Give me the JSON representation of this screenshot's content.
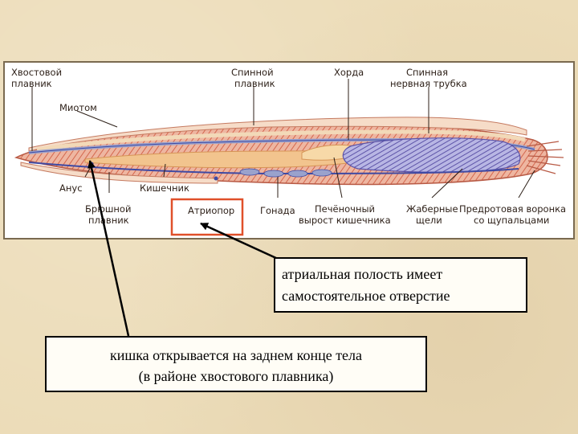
{
  "diagram": {
    "labels": {
      "tail_fin": [
        "Хвостовой",
        "плавник"
      ],
      "dorsal_fin": [
        "Спинной",
        "плавник"
      ],
      "notochord": [
        "Хорда"
      ],
      "nerve_tube": [
        "Спинная",
        "нервная трубка"
      ],
      "myotome": [
        "Миотом"
      ],
      "anus": [
        "Анус"
      ],
      "intestine": [
        "Кишечник"
      ],
      "ventral_fin": [
        "Брюшной",
        "плавник"
      ],
      "atriopore": [
        "Атриопор"
      ],
      "gonad": [
        "Гонада"
      ],
      "hepatic": [
        "Печёночный",
        "вырост кишечника"
      ],
      "gill_slits": [
        "Жаберные",
        "щели"
      ],
      "oral_funnel": [
        "Предротовая воронка",
        "со щупальцами"
      ]
    },
    "colors": {
      "highlight_box": "#e0502a",
      "muscle": "#e39a82",
      "gut": "#f2c48e",
      "vessel": "#3f4aa3",
      "gill": "#6a5fb0"
    }
  },
  "callouts": {
    "atrial": {
      "line1": "атриальная полость имеет",
      "line2": "самостоятельное отверстие"
    },
    "gut": {
      "line1": "кишка открывается на заднем конце тела",
      "line2": "(в районе хвостового плавника)"
    }
  }
}
